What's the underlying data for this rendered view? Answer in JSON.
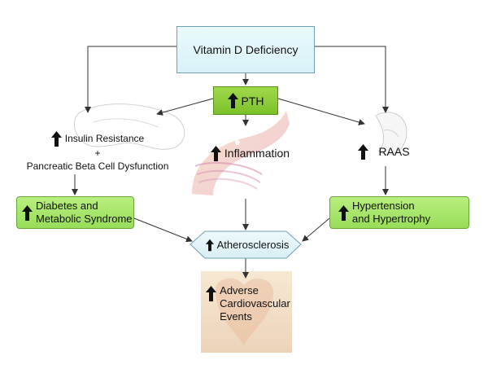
{
  "nodes": {
    "vitamin_d": {
      "label": "Vitamin D Deficiency"
    },
    "pth": {
      "label": "PTH"
    },
    "insulin": {
      "line1": "Insulin Resistance",
      "line2": "+",
      "line3": "Pancreatic Beta Cell Dysfunction"
    },
    "inflammation": {
      "label": "Inflammation"
    },
    "raas": {
      "label": "RAAS"
    },
    "diabetes": {
      "line1": "Diabetes and",
      "line2": "Metabolic Syndrome"
    },
    "hypertension": {
      "line1": "Hypertension",
      "line2": "and Hypertrophy"
    },
    "atherosclerosis": {
      "label": "Atherosclerosis"
    },
    "adverse": {
      "line1": "Adverse",
      "line2": "Cardiovascular",
      "line3": "Events"
    }
  },
  "colors": {
    "green_box": "#8fd14f",
    "top_box": "#dff4f8",
    "hexagon": "#e4f3f7",
    "arrow": "#333333"
  },
  "icons": {
    "increase": "up-arrow-icon",
    "pancreas": "pancreas-illustration",
    "kidney": "kidney-illustration",
    "vessel": "blood-vessel-illustration",
    "heart": "heart-illustration"
  }
}
